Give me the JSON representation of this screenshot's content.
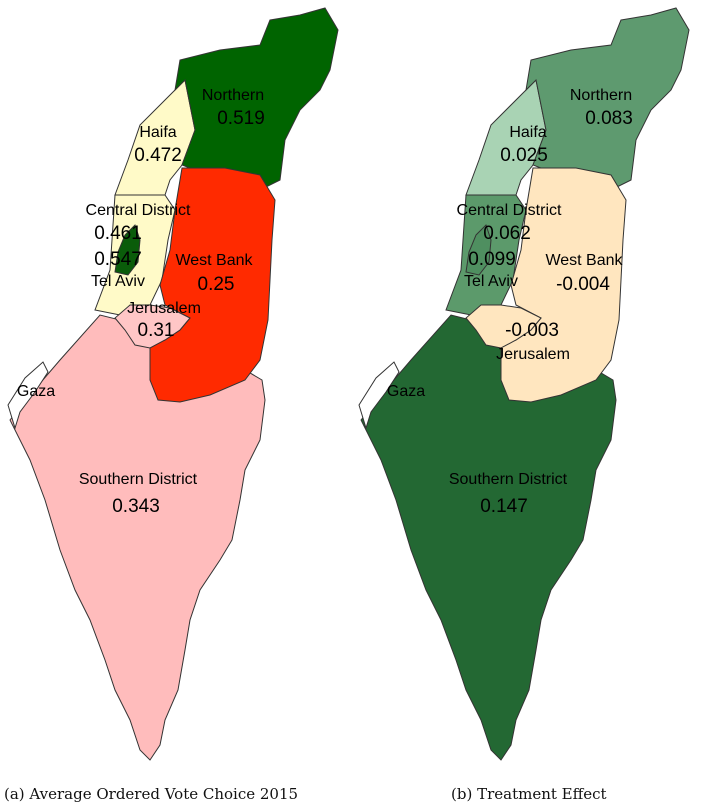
{
  "panels": [
    {
      "caption": "(a) Average Ordered Vote Choice 2015",
      "regions": {
        "northern": {
          "name": "Northern",
          "value": "0.519",
          "color": "#006400"
        },
        "haifa": {
          "name": "Haifa",
          "value": "0.472",
          "color": "#fffac8"
        },
        "central": {
          "name": "Central District",
          "value": "0.461",
          "color": "#fffac8"
        },
        "telaviv": {
          "name": "Tel Aviv",
          "value": "0.547",
          "color": "#0a5c0a"
        },
        "westbank": {
          "name": "West Bank",
          "value": "0.25",
          "color": "#ff2a00"
        },
        "jerusalem": {
          "name": "Jerusalem",
          "value": "0.31",
          "color": "#ffc6c6"
        },
        "southern": {
          "name": "Southern District",
          "value": "0.343",
          "color": "#ffbcbc"
        },
        "gaza": {
          "name": "Gaza",
          "value": "",
          "color": "#ffffff"
        }
      }
    },
    {
      "caption": "(b) Treatment Effect",
      "regions": {
        "northern": {
          "name": "Northern",
          "value": "0.083",
          "color": "#5e9a6f"
        },
        "haifa": {
          "name": "Haifa",
          "value": "0.025",
          "color": "#a9d3b4"
        },
        "central": {
          "name": "Central District",
          "value": "0.062",
          "color": "#5c9a6b"
        },
        "telaviv": {
          "name": "Tel Aviv",
          "value": "0.099",
          "color": "#4f8f60"
        },
        "westbank": {
          "name": "West Bank",
          "value": "-0.004",
          "color": "#ffe6bf"
        },
        "jerusalem": {
          "name": "Jerusalem",
          "value": "-0.003",
          "color": "#ffe6bf"
        },
        "southern": {
          "name": "Southern District",
          "value": "0.147",
          "color": "#236833"
        },
        "gaza": {
          "name": "Gaza",
          "value": "",
          "color": "#ffffff"
        }
      }
    }
  ]
}
